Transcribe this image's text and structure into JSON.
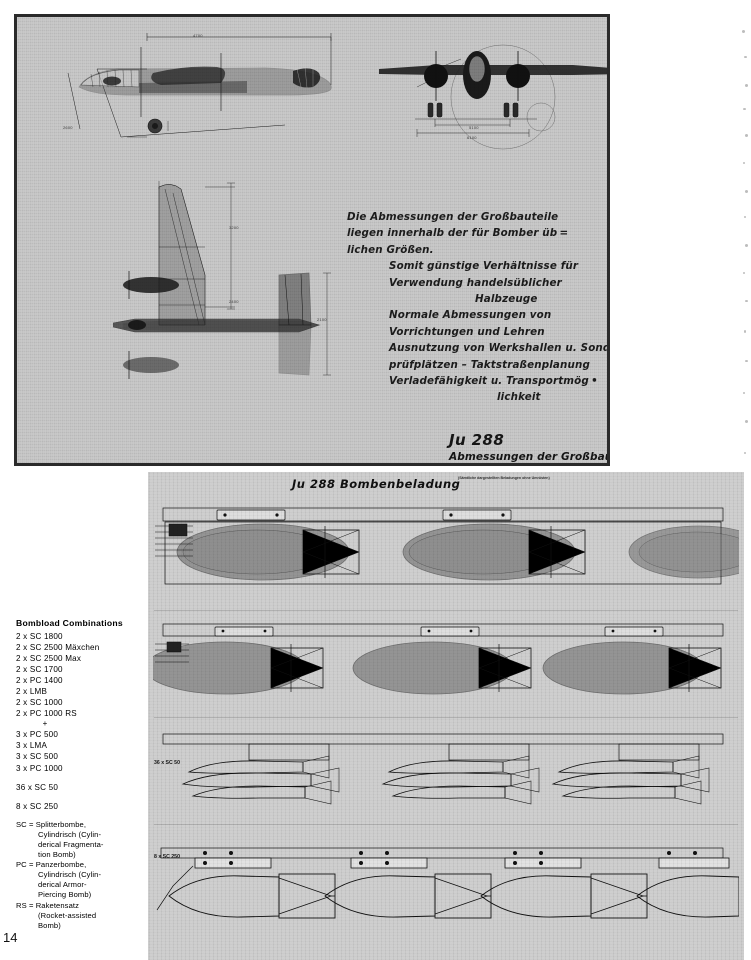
{
  "page": {
    "number": "14"
  },
  "top_figure": {
    "caption_lines": [
      {
        "text": "Die Abmessungen der Großbauteile",
        "indent": 0
      },
      {
        "text": "liegen innerhalb der für Bomber üb =",
        "indent": 0
      },
      {
        "text": "lichen Größen.",
        "indent": 0
      },
      {
        "text": "Somit günstige Verhältnisse für",
        "indent": 1
      },
      {
        "text": "Verwendung handelsüblicher",
        "indent": 1
      },
      {
        "text": "Halbzeuge",
        "indent": 2
      },
      {
        "text": "Normale Abmessungen von",
        "indent": 1
      },
      {
        "text": "Vorrichtungen und Lehren",
        "indent": 1
      },
      {
        "text": "Ausnutzung von Werkshallen u. Sonder-",
        "indent": 1
      },
      {
        "text": "prüfplätzen – Taktstraßenplanung",
        "indent": 1
      },
      {
        "text": "Verladefähigkeit u. Transportmög •",
        "indent": 1
      },
      {
        "text": "lichkeit",
        "indent": 3
      }
    ],
    "title": "Ju 288",
    "subtitle": "Abmessungen der Großbauteile",
    "views": [
      "side-elevation",
      "front-elevation",
      "plan-view"
    ]
  },
  "bottom_figure": {
    "title": "Ju 288 Bombenbeladung",
    "note": "(Sämtliche dargestellten Beladungen ohne Umrüsten)",
    "rows": [
      {
        "label": "",
        "bomb_count": 4,
        "style": "large-shaded"
      },
      {
        "label": "",
        "bomb_count": 3,
        "style": "large-shaded"
      },
      {
        "label": "36 x SC 50",
        "bomb_count": 3,
        "style": "cluster-outline"
      },
      {
        "label": "8 x SC 250",
        "bomb_count": 4,
        "style": "small-outline"
      }
    ]
  },
  "bombload": {
    "title": "Bombload Combinations",
    "group_a": [
      "2 x SC 1800",
      "2 x SC 2500 Mäxchen",
      "2 x SC 2500 Max",
      "2 x SC 1700",
      "2 x PC 1400",
      "2 x LMB",
      "2 x SC 1000",
      "2 x PC 1000 RS"
    ],
    "separator": "+",
    "group_b": [
      "3 x PC 500",
      "3 x LMA",
      "3 x SC 500",
      "3 x PC 1000"
    ],
    "group_c": [
      "36 x SC 50"
    ],
    "group_d": [
      "8 x SC 250"
    ],
    "glossary": [
      {
        "head": "SC = Splitterbombe,",
        "cont": [
          "Cylindrisch (Cylin-",
          "derical Fragmenta-",
          "tion Bomb)"
        ]
      },
      {
        "head": "PC = Panzerbombe,",
        "cont": [
          "Cylindrisch (Cylin-",
          "derical Armor-",
          "Piercing Bomb)"
        ]
      },
      {
        "head": "RS = Raketensatz",
        "cont": [
          "(Rocket-assisted",
          "Bomb)"
        ]
      }
    ]
  },
  "colors": {
    "paper": "#ffffff",
    "figure_background": "#c9c9c9",
    "figure_background_lower": "#cfcfcf",
    "ink": "#111111",
    "border": "#2a2a2a"
  }
}
